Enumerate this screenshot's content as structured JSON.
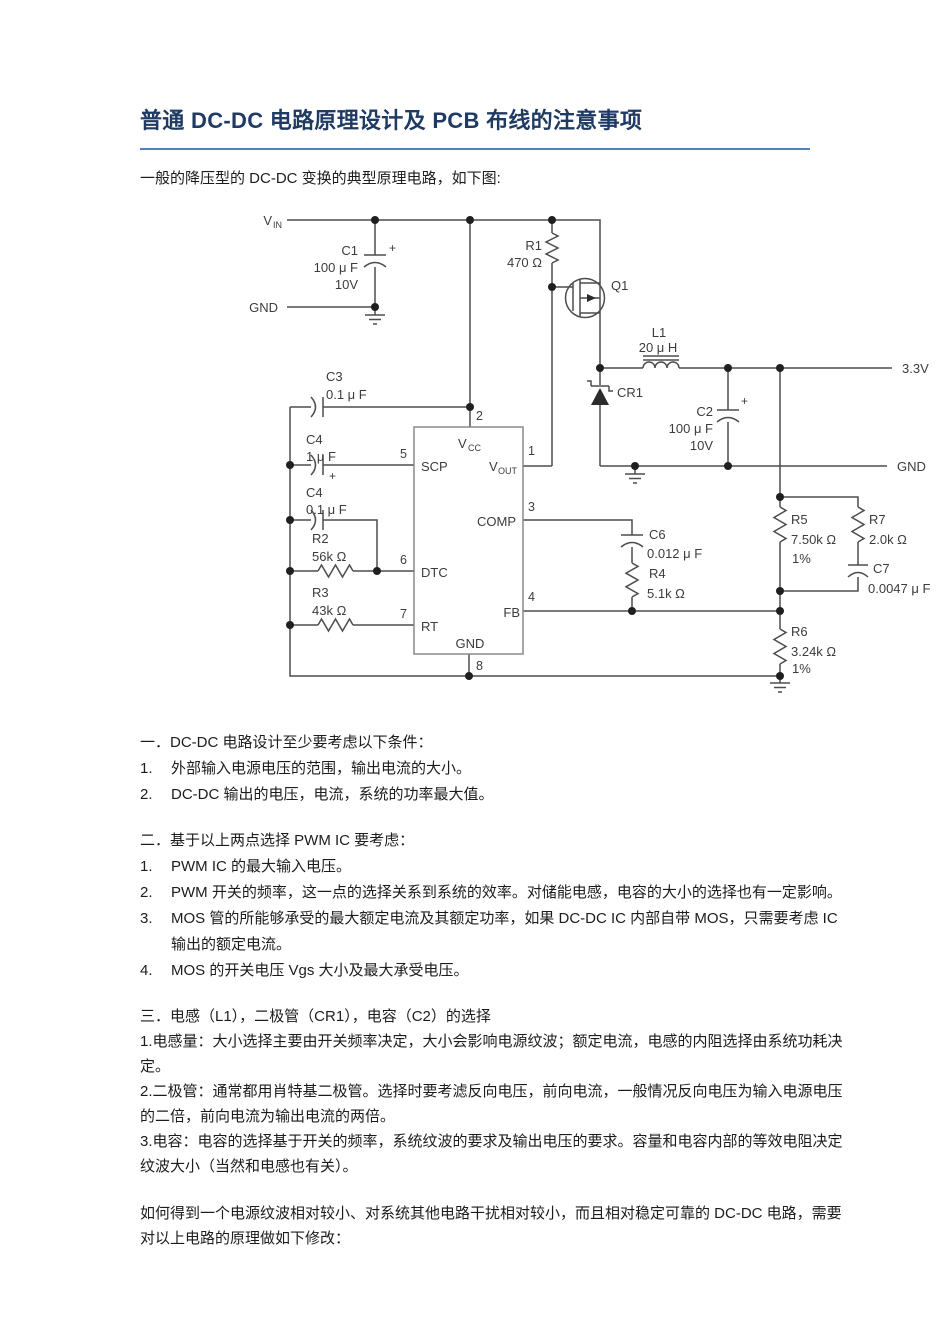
{
  "doc": {
    "title": "普通 DC-DC 电路原理设计及 PCB 布线的注意事项",
    "intro": "一般的降压型的 DC-DC 变换的典型原理电路，如下图:",
    "s1": {
      "heading": "一．DC-DC 电路设计至少要考虑以下条件：",
      "items": [
        {
          "num": "1.",
          "text": "外部输入电源电压的范围，输出电流的大小。"
        },
        {
          "num": "2.",
          "text": "DC-DC 输出的电压，电流，系统的功率最大值。"
        }
      ]
    },
    "s2": {
      "heading": "二．基于以上两点选择 PWM IC 要考虑：",
      "items": [
        {
          "num": "1.",
          "text": "PWM IC 的最大输入电压。"
        },
        {
          "num": "2.",
          "text": "PWM 开关的频率，这一点的选择关系到系统的效率。对储能电感，电容的大小的选择也有一定影响。"
        },
        {
          "num": "3.",
          "text": "MOS 管的所能够承受的最大额定电流及其额定功率，如果 DC-DC IC 内部自带 MOS，只需要考虑 IC 输出的额定电流。"
        },
        {
          "num": "4.",
          "text": "MOS 的开关电压 Vgs 大小及最大承受电压。"
        }
      ]
    },
    "s3": {
      "heading": "三．电感（L1），二极管（CR1），电容（C2）的选择",
      "paras": [
        "1.电感量：大小选择主要由开关频率决定，大小会影响电源纹波；额定电流，电感的内阻选择由系统功耗决定。",
        "2.二极管：通常都用肖特基二极管。选择时要考滤反向电压，前向电流，一般情况反向电压为输入电源电压的二倍，前向电流为输出电流的两倍。",
        "3.电容：电容的选择基于开关的频率，系统纹波的要求及输出电压的要求。容量和电容内部的等效电阻决定纹波大小（当然和电感也有关）。"
      ]
    },
    "closing": "如何得到一个电源纹波相对较小、对系统其他电路干扰相对较小，而且相对稳定可靠的 DC-DC 电路，需要对以上电路的原理做如下修改："
  },
  "circuit": {
    "vin": {
      "v": "V",
      "sub": "IN"
    },
    "gnd_in": "GND",
    "c1": {
      "name": "C1",
      "value": "100 μ F",
      "voltage": "10V",
      "plus": "+"
    },
    "r1": {
      "name": "R1",
      "value": "470 Ω"
    },
    "q1": {
      "name": "Q1"
    },
    "l1": {
      "name": "L1",
      "value": "20 μ H"
    },
    "cr1": {
      "name": "CR1"
    },
    "rail_33": "3.3V",
    "c2": {
      "name": "C2",
      "value": "100 μ F",
      "voltage": "10V",
      "plus": "+"
    },
    "gnd_out": "GND",
    "c3": {
      "name": "C3",
      "value": "0.1 μ F"
    },
    "c4a": {
      "name": "C4",
      "value": "1 μ F",
      "plus": "+"
    },
    "c4b": {
      "name": "C4",
      "value": "0.1 μ F"
    },
    "r2": {
      "name": "R2",
      "value": "56k Ω"
    },
    "r3": {
      "name": "R3",
      "value": "43k Ω"
    },
    "c6": {
      "name": "C6",
      "value": "0.012 μ F"
    },
    "r4": {
      "name": "R4",
      "value": "5.1k Ω"
    },
    "r5": {
      "name": "R5",
      "value": "7.50k Ω",
      "tol": "1%"
    },
    "r7": {
      "name": "R7",
      "value": "2.0k Ω"
    },
    "c7": {
      "name": "C7",
      "value": "0.0047 μ F"
    },
    "r6": {
      "name": "R6",
      "value": "3.24k Ω",
      "tol": "1%"
    },
    "ic": {
      "vcc_v": "V",
      "vcc_sub": "CC",
      "scp": "SCP",
      "dtc": "DTC",
      "rt": "RT",
      "vout_v": "V",
      "vout_sub": "OUT",
      "comp": "COMP",
      "fb": "FB",
      "gnd": "GND",
      "num1": "1",
      "num2": "2",
      "num3": "3",
      "num4": "4",
      "num5": "5",
      "num6": "6",
      "num7": "7",
      "num8": "8"
    }
  }
}
